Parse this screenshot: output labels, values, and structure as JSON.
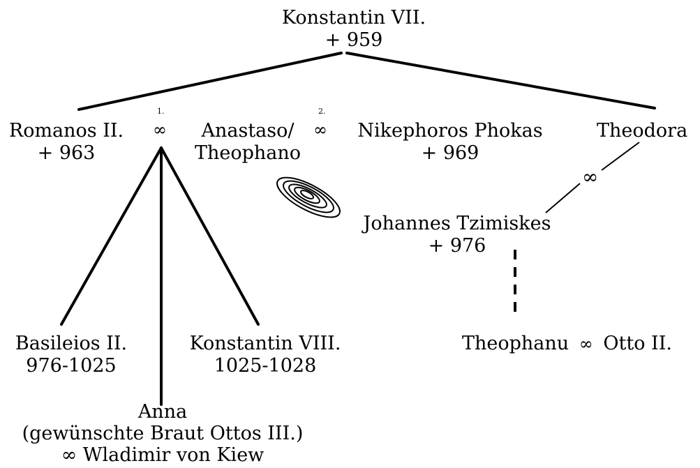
{
  "root": {
    "name": "Konstantin VII.",
    "dates": "+ 959"
  },
  "romanos": {
    "name": "Romanos II.",
    "dates": "+ 963"
  },
  "marriage1": {
    "number": "1.",
    "symbol": "∞"
  },
  "anastaso": {
    "line1": "Anastaso/",
    "line2": "Theophano"
  },
  "marriage2": {
    "number": "2.",
    "symbol": "∞"
  },
  "nikephoros": {
    "name": "Nikephoros Phokas",
    "dates": "+ 969"
  },
  "theodora": {
    "name": "Theodora"
  },
  "marriage3": {
    "symbol": "∞"
  },
  "johannes": {
    "name": "Johannes Tzimiskes",
    "dates": "+ 976"
  },
  "basileios": {
    "name": "Basileios II.",
    "dates": "976-1025"
  },
  "konstantin8": {
    "name": "Konstantin VIII.",
    "dates": "1025-1028"
  },
  "anna": {
    "name": "Anna",
    "note": "(gewünschte Braut Ottos III.)",
    "spouse": "∞ Wladimir von Kiew"
  },
  "theophanu": {
    "name": "Theophanu",
    "symbol": "∞",
    "spouse": "Otto II."
  }
}
